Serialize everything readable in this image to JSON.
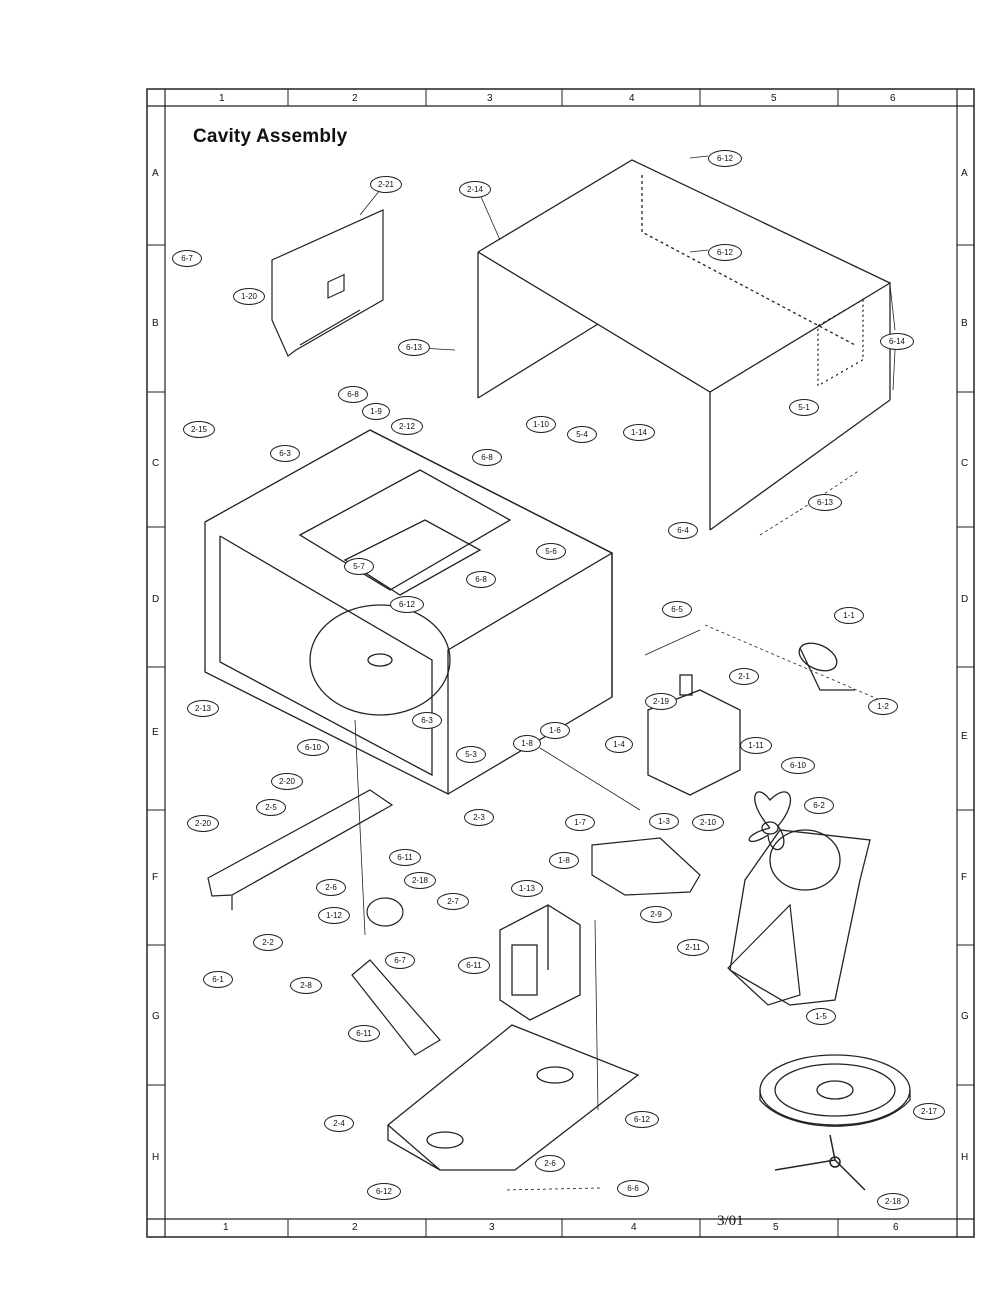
{
  "title": "Cavity Assembly",
  "footer": "3/01",
  "grid": {
    "columns": [
      "1",
      "2",
      "3",
      "4",
      "5",
      "6"
    ],
    "rows": [
      "A",
      "B",
      "C",
      "D",
      "E",
      "F",
      "G",
      "H"
    ]
  },
  "callouts": [
    "6-12",
    "2-21",
    "2-14",
    "6-7",
    "6-12",
    "1-20",
    "6-13",
    "6-14",
    "6-8",
    "1-9",
    "2-15",
    "6-3",
    "2-12",
    "1-10",
    "6-8",
    "5-4",
    "1-14",
    "5-1",
    "6-13",
    "6-4",
    "5-6",
    "5-7",
    "6-8",
    "6-12",
    "6-5",
    "1-1",
    "2-13",
    "6-10",
    "2-20",
    "6-3",
    "5-3",
    "1-6",
    "2-19",
    "1-4",
    "1-8",
    "2-1",
    "1-2",
    "1-11",
    "6-10",
    "2-20",
    "2-5",
    "2-3",
    "1-7",
    "1-3",
    "2-10",
    "6-2",
    "6-11",
    "2-6",
    "2-18",
    "1-8",
    "2-9",
    "2-7",
    "1-13",
    "1-12",
    "2-2",
    "6-7",
    "2-11",
    "6-11",
    "6-1",
    "2-8",
    "1-5",
    "6-11",
    "2-17",
    "2-4",
    "6-12",
    "2-6",
    "6-12",
    "6-6",
    "2-18"
  ]
}
